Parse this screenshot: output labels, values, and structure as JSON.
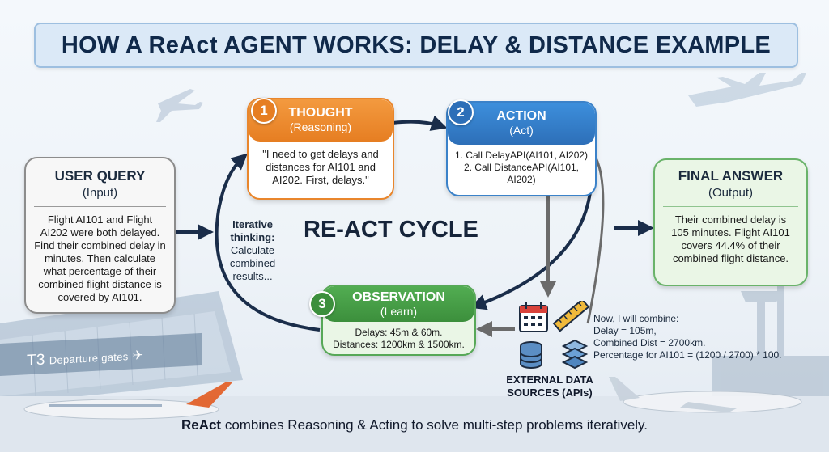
{
  "title": "HOW A ReAct AGENT WORKS: DELAY & DISTANCE EXAMPLE",
  "user_query": {
    "heading": "USER QUERY",
    "subheading": "(Input)",
    "lines": [
      "Flight AI101 and Flight",
      "AI202 were both delayed.",
      "Find their combined delay in",
      "minutes. Then calculate",
      "what percentage of their",
      "combined flight distance is",
      "covered by AI101."
    ]
  },
  "thought": {
    "number": "1",
    "heading": "THOUGHT",
    "subheading": "(Reasoning)",
    "lines": [
      "\"I need to get delays and",
      "distances for AI101 and",
      "AI202. First, delays.\""
    ]
  },
  "action": {
    "number": "2",
    "heading": "ACTION",
    "subheading": "(Act)",
    "lines": [
      "1. Call DelayAPI(AI101, AI202)",
      "2. Call DistanceAPI(AI101,",
      "AI202)"
    ]
  },
  "observation": {
    "number": "3",
    "heading": "OBSERVATION",
    "subheading": "(Learn)",
    "lines": [
      "Delays: 45m & 60m.",
      "Distances: 1200km & 1500km."
    ]
  },
  "final_answer": {
    "heading": "FINAL ANSWER",
    "subheading": "(Output)",
    "lines": [
      "Their combined delay is",
      "105 minutes. Flight AI101",
      "covers 44.4% of their",
      "combined flight distance."
    ]
  },
  "cycle_label": "RE-ACT CYCLE",
  "iterative": {
    "title_lines": [
      "Iterative",
      "thinking:"
    ],
    "lines": [
      "Calculate",
      "combined",
      "results..."
    ]
  },
  "combine_note": {
    "lines": [
      "Now, I will combine:",
      "Delay = 105m,",
      "Combined Dist = 2700km.",
      "Percentage for AI101 = (1200 / 2700) * 100."
    ]
  },
  "external_sources": {
    "lines": [
      "EXTERNAL DATA",
      "SOURCES (APIs)"
    ],
    "icons": [
      "calendar-icon",
      "ruler-icon",
      "database-icon",
      "layers-icon"
    ]
  },
  "background_sign": {
    "main": "T3",
    "sub": "Departure gates"
  },
  "footer": {
    "bold": "ReAct",
    "rest": " combines Reasoning & Acting to solve multi-step problems iteratively."
  },
  "colors": {
    "thought": "#e67e22",
    "action": "#2d6fb8",
    "observation": "#3c8f3c",
    "arrow": "#1a2d4a",
    "arrow_gray": "#6b6b6b"
  }
}
